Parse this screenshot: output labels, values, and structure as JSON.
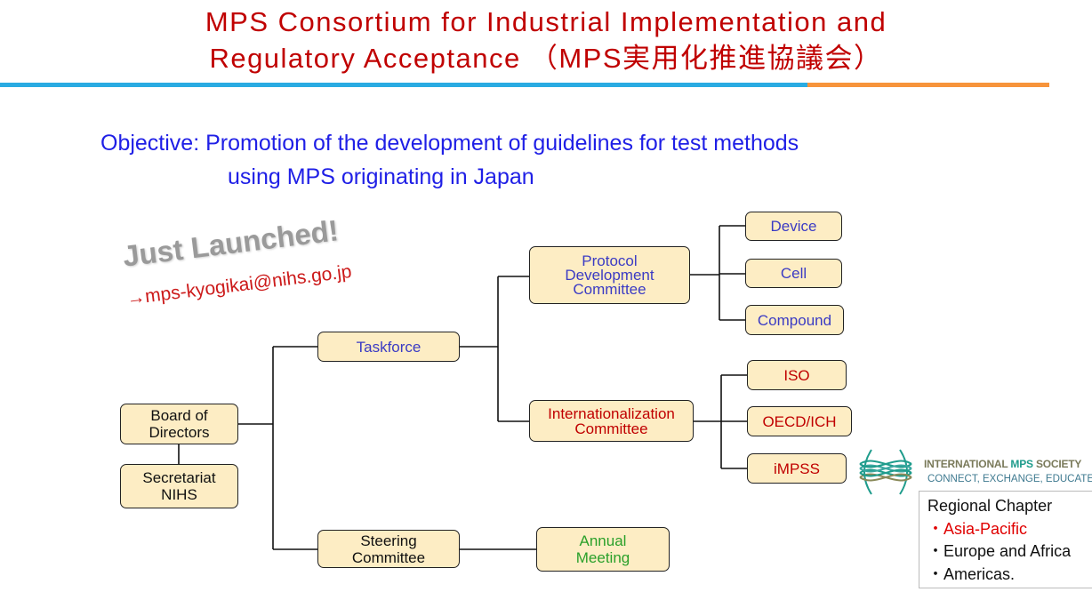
{
  "header": {
    "title_line1": "MPS Consortium for Industrial Implementation and",
    "title_line2": "Regulatory Acceptance （MPS実用化推進協議会）"
  },
  "objective": {
    "line1": "Objective: Promotion of the development of guidelines for test methods",
    "line2": "using MPS originating in Japan"
  },
  "announcement": {
    "headline": "Just Launched!",
    "contact": "→mps-kyogikai@nihs.go.jp"
  },
  "nodes": {
    "board": "Board of\nDirectors",
    "secretariat": "Secretariat\nNIHS",
    "taskforce": "Taskforce",
    "steering": "Steering\nCommittee",
    "annual": "Annual\nMeeting",
    "protocol": "Protocol\nDevelopment\nCommittee",
    "international": "Internationalization\nCommittee",
    "device": "Device",
    "cell": "Cell",
    "compound": "Compound",
    "iso": "ISO",
    "oecd": "OECD/ICH",
    "impss": "iMPSS"
  },
  "society": {
    "name_prefix": "INTERNATIONAL ",
    "name_mps": "MPS",
    "name_suffix": " SOCIETY",
    "tagline": "CONNECT, EXCHANGE, EDUCATE"
  },
  "regional": {
    "title": "Regional Chapter",
    "items": [
      "・Asia-Pacific",
      "・Europe and Africa",
      "・Americas."
    ]
  },
  "colors": {
    "title_red": "#c00000",
    "objective_blue": "#1f1fe6",
    "box_fill": "#fdedc4",
    "bar_blue": "#29abe2",
    "bar_orange": "#f7943b"
  }
}
